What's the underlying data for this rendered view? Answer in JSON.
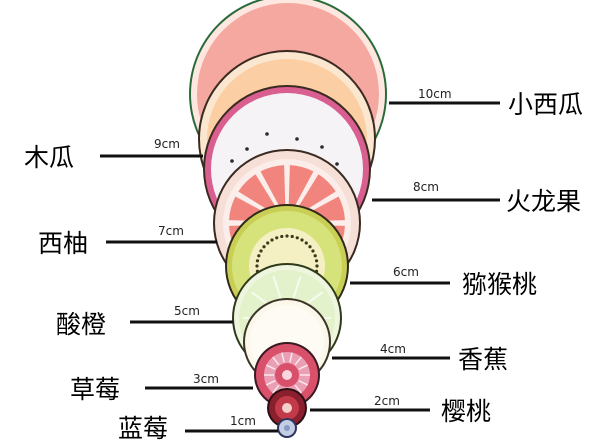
{
  "fruits": [
    {
      "id": "watermelon",
      "name": "小西瓜",
      "size": "10cm",
      "side": "right",
      "color": "#f4a8a0"
    },
    {
      "id": "papaya",
      "name": "木瓜",
      "size": "9cm",
      "side": "left",
      "color": "#fbcfa3"
    },
    {
      "id": "dragonfruit",
      "name": "火龙果",
      "size": "8cm",
      "side": "right",
      "color": "#f6f3f6"
    },
    {
      "id": "grapefruit",
      "name": "西柚",
      "size": "7cm",
      "side": "left",
      "color": "#f2847e"
    },
    {
      "id": "kiwi",
      "name": "猕猴桃",
      "size": "6cm",
      "side": "right",
      "color": "#d6e27a"
    },
    {
      "id": "lime",
      "name": "酸橙",
      "size": "5cm",
      "side": "left",
      "color": "#e4f2cc"
    },
    {
      "id": "banana",
      "name": "香蕉",
      "size": "4cm",
      "side": "right",
      "color": "#fbf8eb"
    },
    {
      "id": "strawberry",
      "name": "草莓",
      "size": "3cm",
      "side": "left",
      "color": "#d9506b"
    },
    {
      "id": "cherry",
      "name": "樱桃",
      "size": "2cm",
      "side": "right",
      "color": "#8a1f2d"
    },
    {
      "id": "blueberry",
      "name": "蓝莓",
      "size": "1cm",
      "side": "left",
      "color": "#c3cde4"
    }
  ]
}
